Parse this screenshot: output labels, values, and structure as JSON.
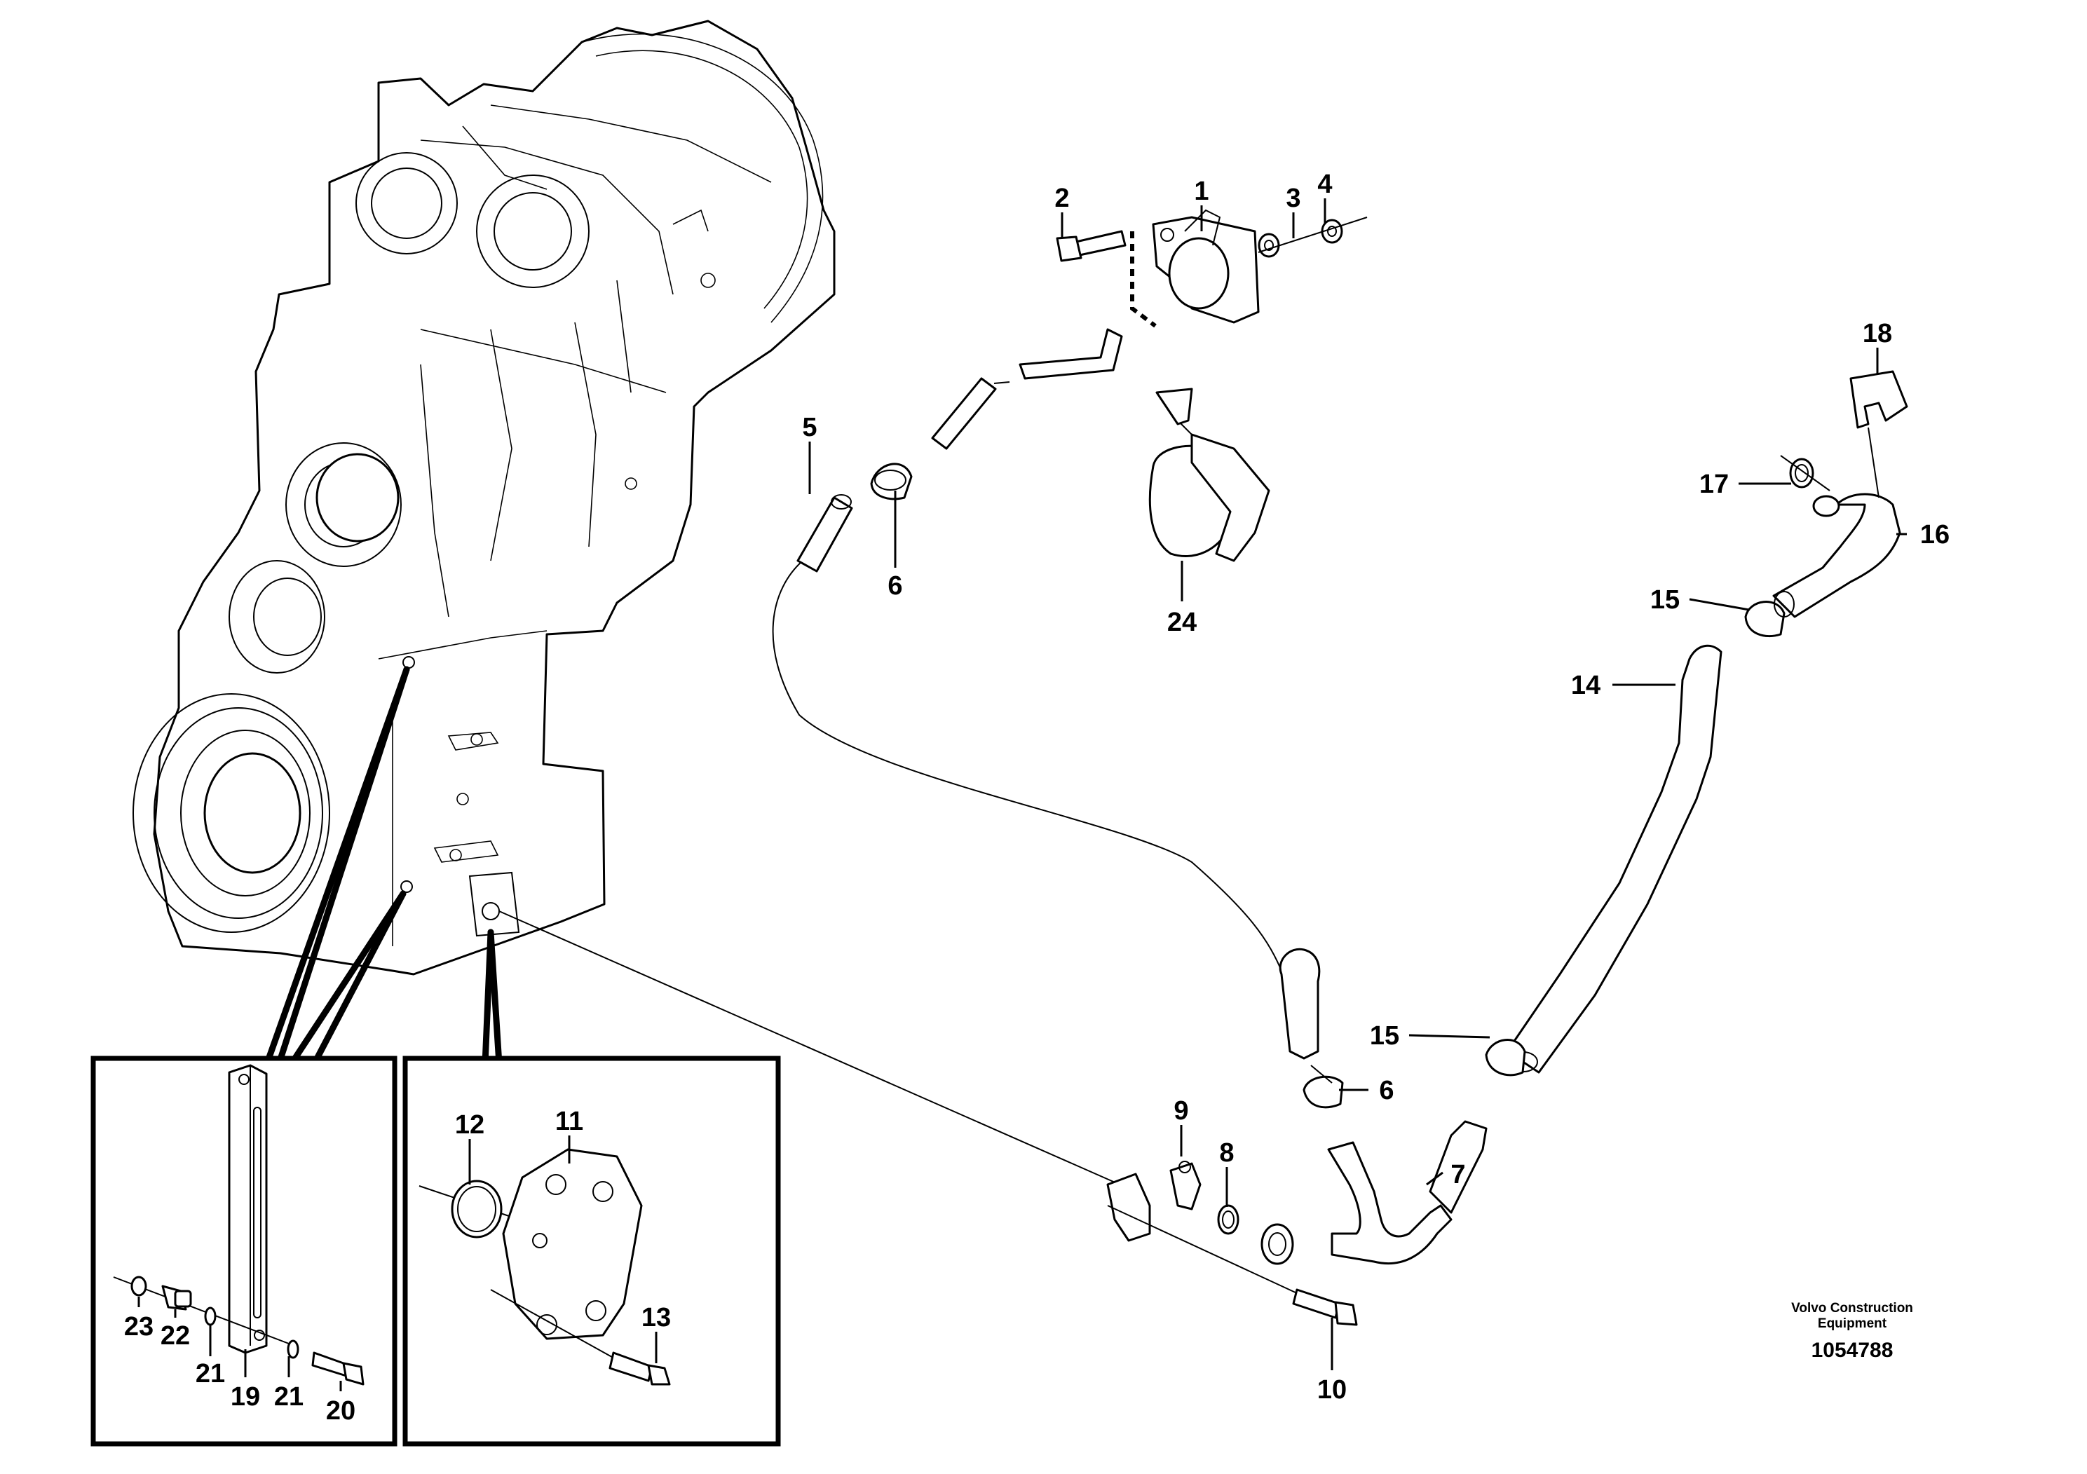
{
  "callouts": {
    "c1": "1",
    "c2": "2",
    "c3": "3",
    "c4": "4",
    "c5": "5",
    "c6a": "6",
    "c6b": "6",
    "c7": "7",
    "c8": "8",
    "c9": "9",
    "c10": "10",
    "c11": "11",
    "c12": "12",
    "c13": "13",
    "c14": "14",
    "c15a": "15",
    "c15b": "15",
    "c16": "16",
    "c17": "17",
    "c18": "18",
    "c19": "19",
    "c20": "20",
    "c21a": "21",
    "c21b": "21",
    "c22": "22",
    "c23": "23",
    "c24": "24"
  },
  "brand": {
    "line1": "Volvo Construction",
    "line2": "Equipment"
  },
  "doc_number": "1054788",
  "colors": {
    "ink": "#000000",
    "paper": "#ffffff"
  }
}
